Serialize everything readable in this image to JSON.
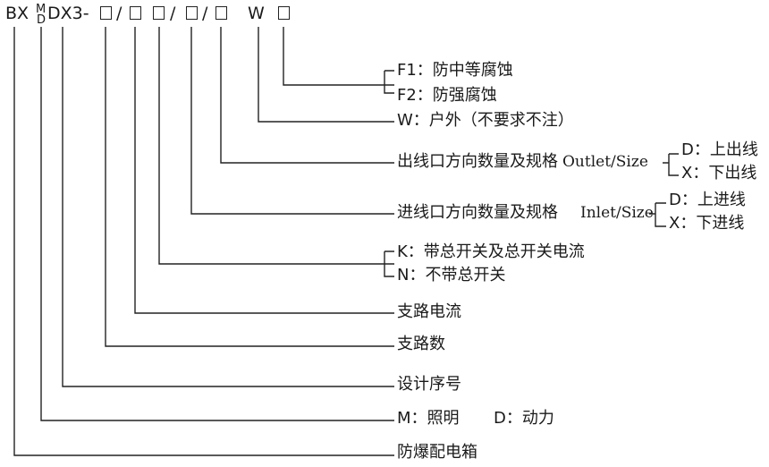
{
  "model_code": {
    "prefix": "BX",
    "stack_top": "M",
    "stack_bottom": "D",
    "series": "DX3-",
    "sep": "/",
    "w_letter": "W"
  },
  "labels": {
    "f1": "F1：防中等腐蚀",
    "f2": "F2：防强腐蚀",
    "w": "W：户外（不要求不注）",
    "outlet_zh": "出线口方向数量及规格",
    "outlet_en": "Outlet/Size",
    "outlet_d": "D：上出线",
    "outlet_x": "X：下出线",
    "inlet_zh": "进线口方向数量及规格",
    "inlet_en": "Inlet/Size",
    "inlet_d": "D：上进线",
    "inlet_x": "X：下进线",
    "k": "K：带总开关及总开关电流",
    "n": "N：不带总开关",
    "branch_current": "支路电流",
    "branch_count": "支路数",
    "design_no": "设计序号",
    "m_label": "M：照明",
    "d_label": "D：动力",
    "explosion_box": "防爆配电箱"
  }
}
